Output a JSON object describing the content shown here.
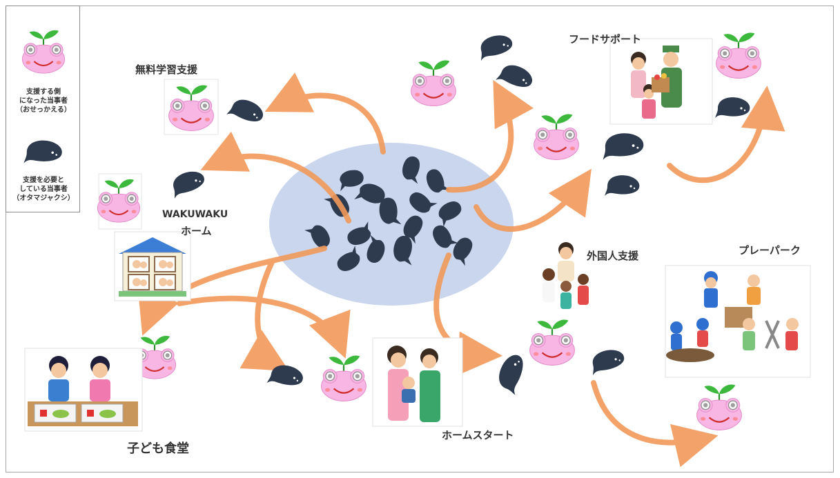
{
  "legend": {
    "supporter_lines": [
      "支援する側",
      "になった当事者",
      "（おせっかえる）"
    ],
    "needing_lines": [
      "支援を必要と",
      "している当事者",
      "（オタマジャクシ）"
    ]
  },
  "labels": {
    "muryo": "無料学習支援",
    "wakuwaku_1": "WAKUWAKU",
    "wakuwaku_2": "ホーム",
    "food": "フードサポート",
    "gaikokujin": "外国人支援",
    "playpark": "プレーパーク",
    "homestart": "ホームスタート",
    "kodomo": "子ども食堂"
  },
  "colors": {
    "frog_pink": "#f7b6e3",
    "frog_leaf": "#3cb83c",
    "tadpole": "#2e3b4e",
    "arrow": "#f29a5a",
    "ellipse": "#c9d6ee"
  }
}
